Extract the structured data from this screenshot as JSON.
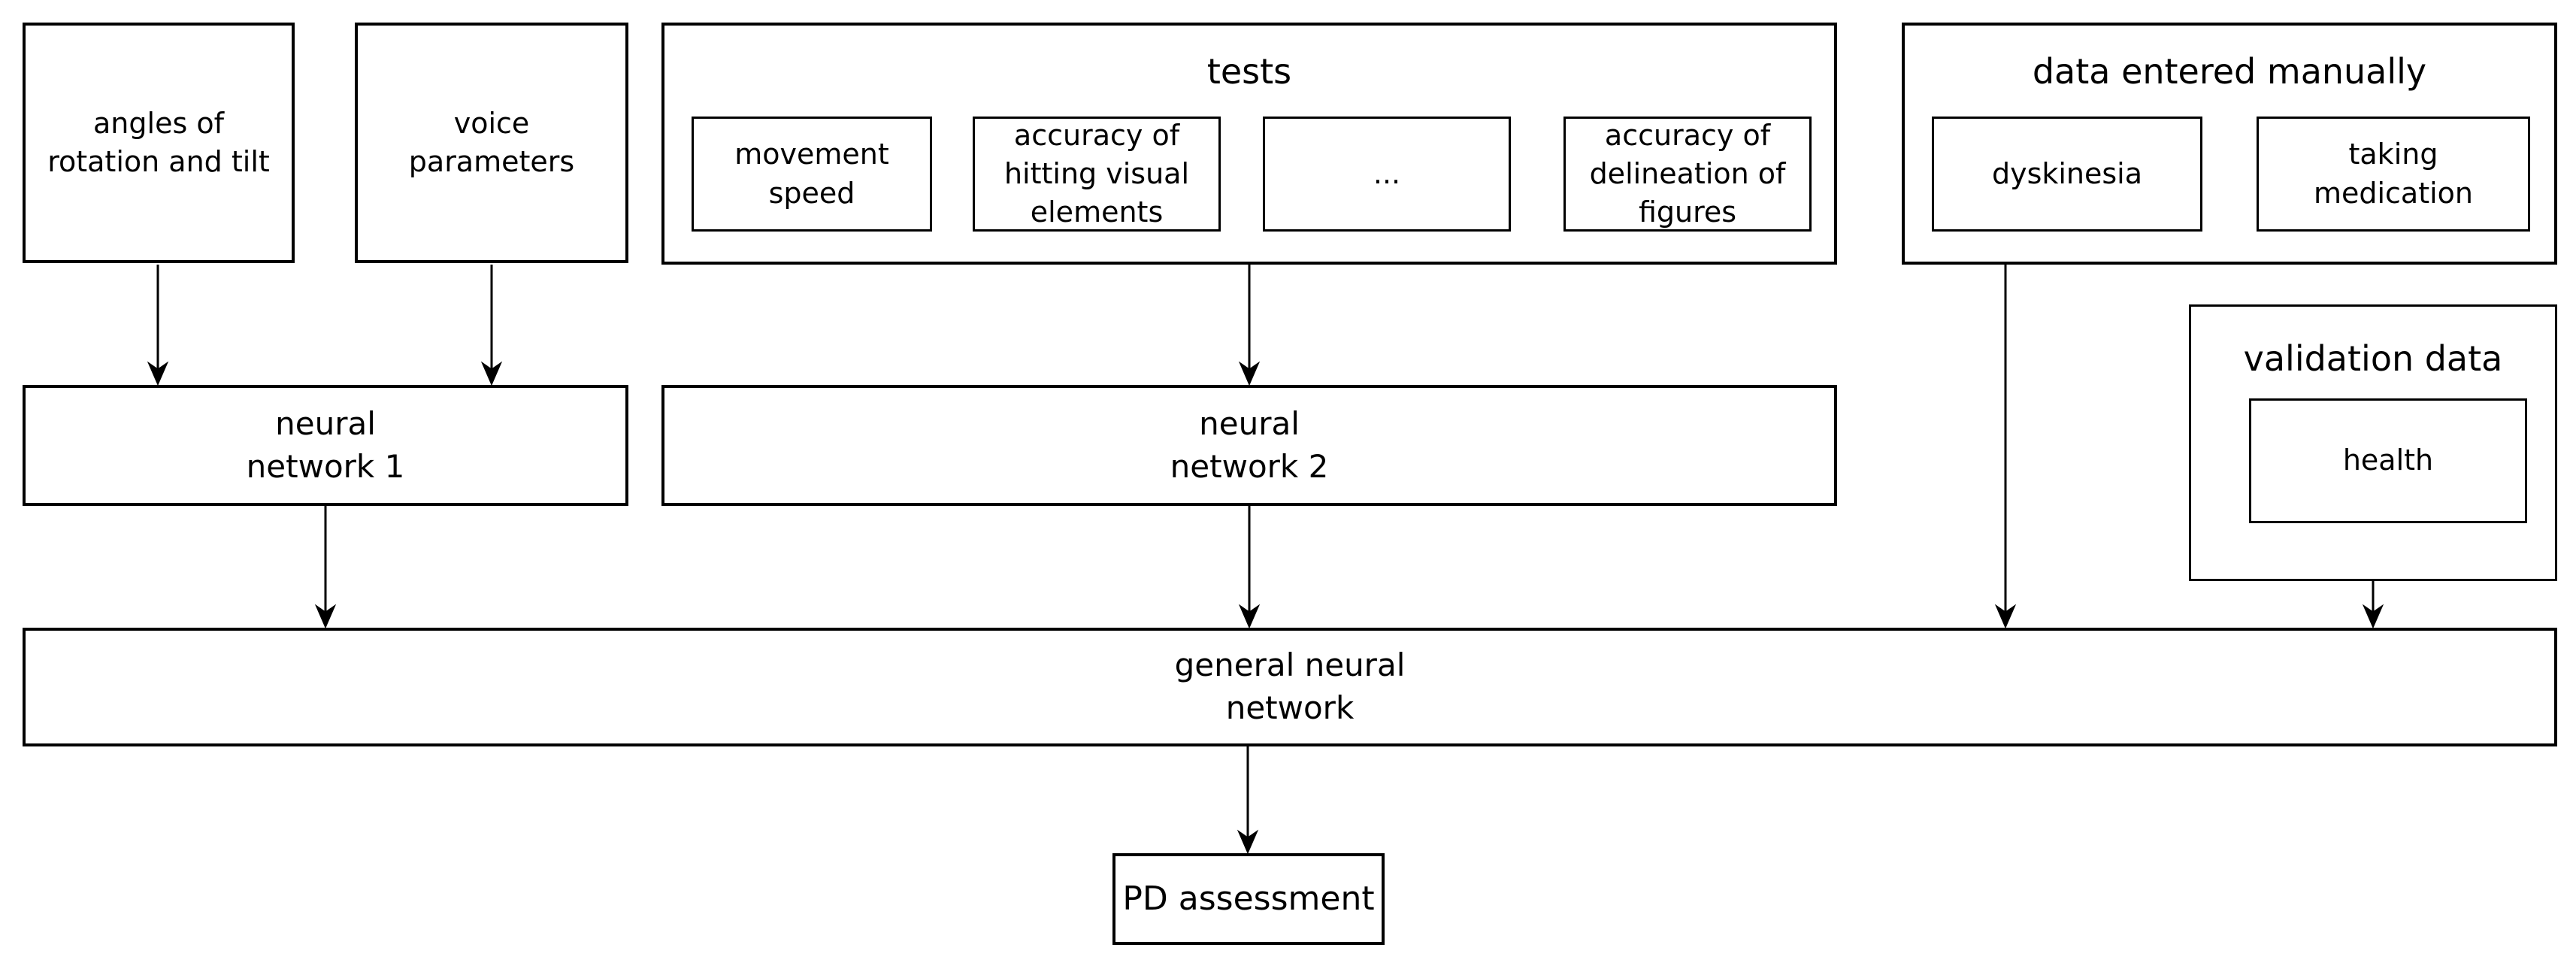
{
  "canvas": {
    "background_color": "#ffffff",
    "line_color": "#000000",
    "text_color": "#000000"
  },
  "nodes": {
    "angles_of_rotation_and_tilt": {
      "label": "angles of\nrotation and tilt"
    },
    "voice_parameters": {
      "label": "voice\nparameters"
    },
    "tests_group": {
      "label": "tests"
    },
    "movement_speed": {
      "label": "movement\nspeed"
    },
    "accuracy_hitting_visual_elements": {
      "label": "accuracy of\nhitting visual\nelements"
    },
    "more_tests_ellipsis": {
      "label": "..."
    },
    "accuracy_delineation_figures": {
      "label": "accuracy of\ndelineation of\nfigures"
    },
    "data_entered_manually_group": {
      "label": "data entered manually"
    },
    "dyskinesia": {
      "label": "dyskinesia"
    },
    "taking_medication": {
      "label": "taking\nmedication"
    },
    "validation_data_group": {
      "label": "validation data"
    },
    "health": {
      "label": "health"
    },
    "neural_network_1": {
      "label": "neural\nnetwork 1"
    },
    "neural_network_2": {
      "label": "neural\nnetwork 2"
    },
    "general_neural_network": {
      "label": "general neural\nnetwork"
    },
    "pd_assessment": {
      "label": "PD assessment"
    }
  },
  "edges": [
    {
      "from": "angles_of_rotation_and_tilt",
      "to": "neural_network_1"
    },
    {
      "from": "voice_parameters",
      "to": "neural_network_1"
    },
    {
      "from": "tests_group",
      "to": "neural_network_2"
    },
    {
      "from": "neural_network_1",
      "to": "general_neural_network"
    },
    {
      "from": "neural_network_2",
      "to": "general_neural_network"
    },
    {
      "from": "data_entered_manually_group",
      "to": "general_neural_network"
    },
    {
      "from": "validation_data_group",
      "to": "general_neural_network"
    },
    {
      "from": "general_neural_network",
      "to": "pd_assessment"
    }
  ]
}
